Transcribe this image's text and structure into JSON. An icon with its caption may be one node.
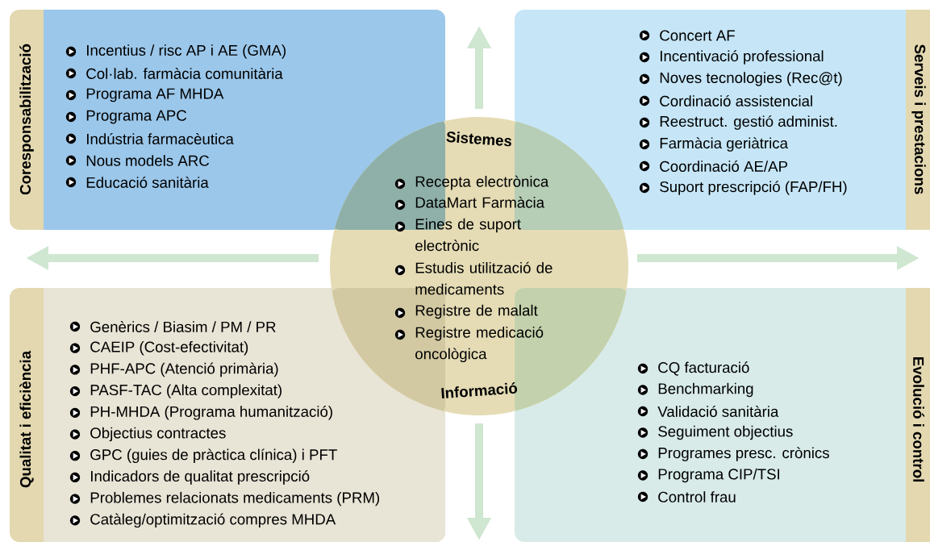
{
  "diagram": {
    "nodes": [
      {
        "text": [
          "Coresponsabilització",
          "Incentius / risc AP i AE (GMA)",
          "Col·lab. farmàcia comunitària",
          "Programa AF MHDA",
          "Programa APC",
          "Indústria farmacèutica",
          "Nous models ARC",
          "Educació sanitària"
        ]
      },
      {
        "text": [
          "Serveis i prestacions",
          "Concert AF",
          "Incentivació professional",
          "Noves tecnologies (Rec@t)",
          "Cordinació assistencial",
          "Reestruct. gestió administ.",
          "Farmàcia geriàtrica",
          "Coordinació AE/AP",
          "Suport prescripció (FAP/FH)"
        ]
      },
      {
        "text": [
          "Sistemes",
          "Recepta electrònica",
          "DataMart Farmàcia",
          "Eines de suport electrònic",
          "Estudis utilització de medicaments",
          "Registre de malalt",
          "Registre medicació oncològica",
          "Informació"
        ]
      },
      {
        "text": [
          "Qualitat i eficiència",
          "Genèrics / Biasim / PM / PR",
          "CAEIP (Cost-efectivitat)",
          "PHF-APC (Atenció primària)",
          "PASF-TAC (Alta complexitat)",
          "PH-MHDA (Programa humanització)",
          "Objectius contractes",
          "GPC (guies de pràctica clínica) i PFT",
          "Indicadors de qualitat prescripció",
          "Problemes relacionats medicaments (PRM)",
          "Catàleg/optimització compres MHDA"
        ]
      },
      {
        "text": [
          "Evolució i control",
          "CQ facturació",
          "Benchmarking",
          "Validació sanitària",
          "Seguiment objectius",
          "Programes presc. crònics",
          "Programa CIP/TSI",
          "Control frau"
        ]
      }
    ],
    "edges": [
      {
        "from": 2,
        "to": null,
        "arrow": "to"
      },
      {
        "from": 2,
        "to": null,
        "arrow": "to"
      },
      {
        "from": 2,
        "to": null,
        "arrow": "to"
      },
      {
        "from": 2,
        "to": null,
        "arrow": "to"
      }
    ]
  }
}
